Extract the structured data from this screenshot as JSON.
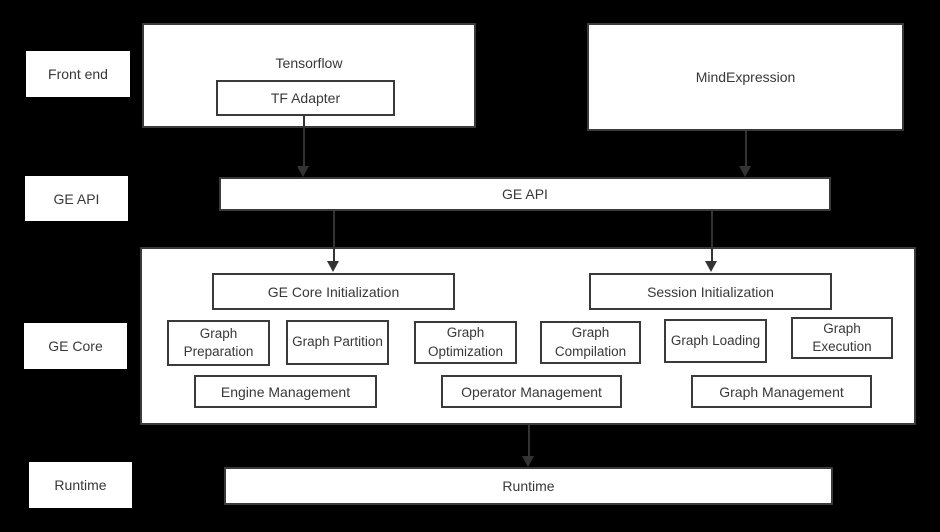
{
  "colors": {
    "background": "#000000",
    "box_fill": "#ffffff",
    "box_border": "#3a3a3a",
    "text": "#383838",
    "arrow": "#333333"
  },
  "row_labels": {
    "front_end": "Front end",
    "ge_api": "GE API",
    "ge_core": "GE Core",
    "runtime": "Runtime"
  },
  "front_end": {
    "tensorflow_title": "Tensorflow",
    "tf_adapter": "TF Adapter",
    "mind_expression": "MindExpression"
  },
  "ge_api": {
    "label": "GE API"
  },
  "ge_core": {
    "ge_core_init": "GE Core Initialization",
    "session_init": "Session Initialization",
    "stages": [
      "Graph Preparation",
      "Graph Partition",
      "Graph Optimization",
      "Graph Compilation",
      "Graph Loading",
      "Graph Execution"
    ],
    "management": [
      "Engine Management",
      "Operator Management",
      "Graph Management"
    ]
  },
  "runtime": {
    "label": "Runtime"
  }
}
